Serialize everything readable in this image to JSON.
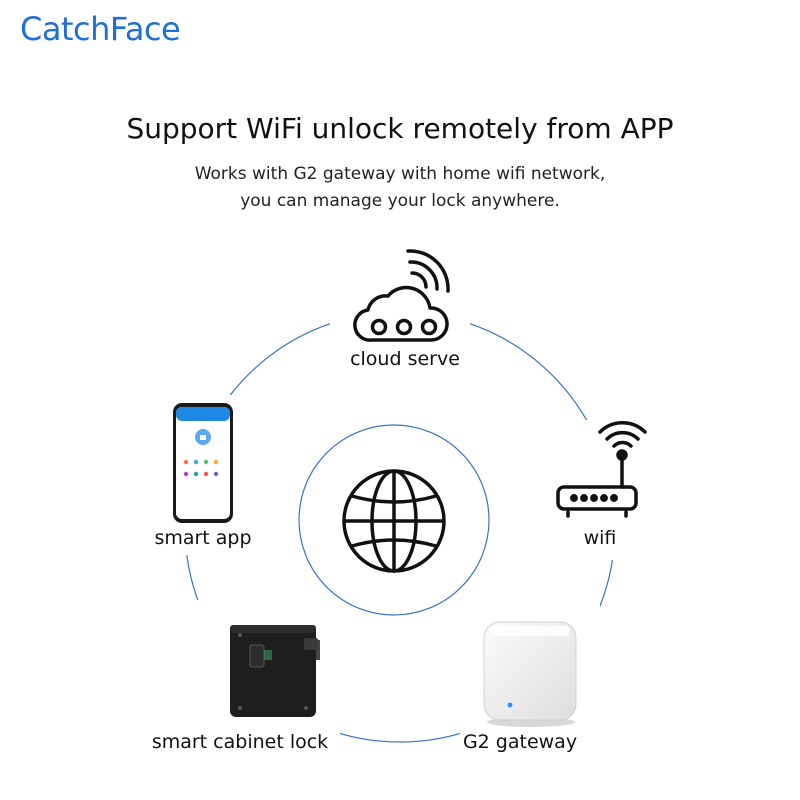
{
  "brand": {
    "logo_text": "CatchFace",
    "logo_color": "#1f6fd6"
  },
  "header": {
    "title": "Support WiFi unlock remotely from APP",
    "subtitle_line1": "Works with G2 gateway with home wifi network,",
    "subtitle_line2": "you can manage your lock anywhere."
  },
  "diagram": {
    "ring_color": "#3a73c4",
    "center_icon": "globe-icon",
    "nodes": [
      {
        "label": "cloud serve",
        "icon": "cloud-icon"
      },
      {
        "label": "wifi",
        "icon": "router-icon"
      },
      {
        "label": "G2 gateway",
        "icon": "gateway-device"
      },
      {
        "label": "smart cabinet lock",
        "icon": "cabinet-lock-device"
      },
      {
        "label": "smart app",
        "icon": "phone-app"
      }
    ]
  }
}
